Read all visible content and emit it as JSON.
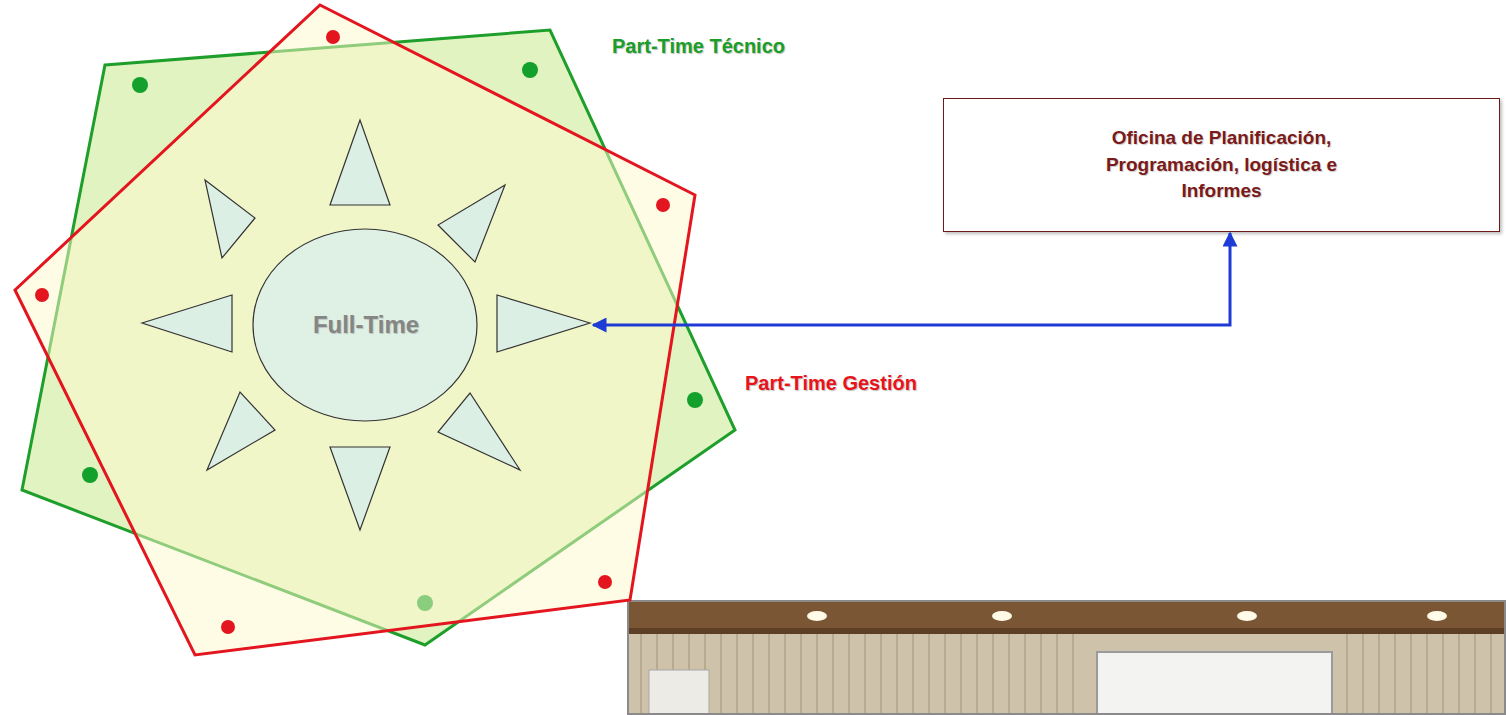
{
  "diagram": {
    "nodes": [
      {
        "text": [
          "Part-Time Técnico"
        ]
      },
      {
        "text": [
          "Part-Time Gestión"
        ]
      },
      {
        "text": [
          "Full-Time"
        ],
        "in": 1
      },
      {
        "text": [
          "Oficina de Planificación, Programación, logística e Informes"
        ]
      }
    ],
    "edges": [
      {
        "from": 3,
        "to": 2,
        "arrow": "both"
      }
    ]
  }
}
